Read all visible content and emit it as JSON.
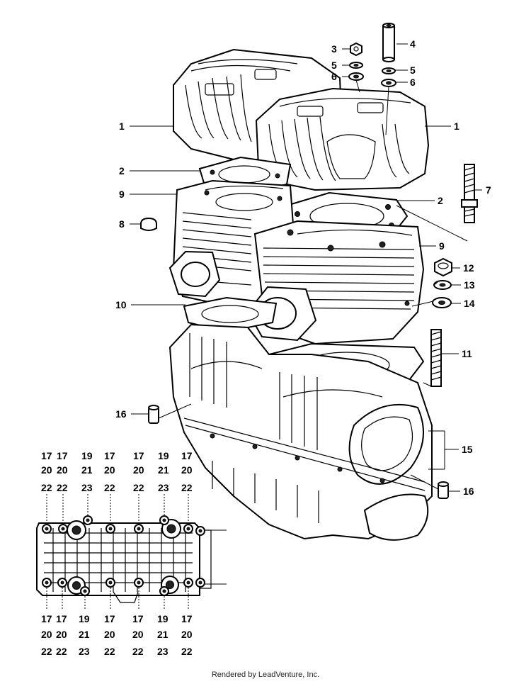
{
  "footer": "Rendered by LeadVenture, Inc.",
  "callouts": [
    {
      "id": "c3",
      "label": "3"
    },
    {
      "id": "c4",
      "label": "4"
    },
    {
      "id": "c5a",
      "label": "5"
    },
    {
      "id": "c5b",
      "label": "5"
    },
    {
      "id": "c6a",
      "label": "6"
    },
    {
      "id": "c6b",
      "label": "6"
    },
    {
      "id": "c1a",
      "label": "1"
    },
    {
      "id": "c1b",
      "label": "1"
    },
    {
      "id": "c2a",
      "label": "2"
    },
    {
      "id": "c2b",
      "label": "2"
    },
    {
      "id": "c7",
      "label": "7"
    },
    {
      "id": "c9a",
      "label": "9"
    },
    {
      "id": "c9b",
      "label": "9"
    },
    {
      "id": "c8",
      "label": "8"
    },
    {
      "id": "c12",
      "label": "12"
    },
    {
      "id": "c13",
      "label": "13"
    },
    {
      "id": "c14",
      "label": "14"
    },
    {
      "id": "c10",
      "label": "10"
    },
    {
      "id": "c11",
      "label": "11"
    },
    {
      "id": "c16a",
      "label": "16"
    },
    {
      "id": "c15",
      "label": "15"
    },
    {
      "id": "c16b",
      "label": "16"
    }
  ],
  "top_stacks": [
    [
      "17",
      "20",
      "22"
    ],
    [
      "17",
      "20",
      "22"
    ],
    [
      "19",
      "21",
      "23"
    ],
    [
      "17",
      "20",
      "22"
    ],
    [
      "17",
      "20",
      "22"
    ],
    [
      "19",
      "21",
      "23"
    ],
    [
      "17",
      "20",
      "22"
    ]
  ],
  "bottom_stacks": [
    [
      "17",
      "20",
      "22"
    ],
    [
      "17",
      "20",
      "22"
    ],
    [
      "19",
      "21",
      "23"
    ],
    [
      "17",
      "20",
      "22"
    ],
    [
      "17",
      "20",
      "22"
    ],
    [
      "19",
      "21",
      "23"
    ],
    [
      "17",
      "20",
      "22"
    ]
  ]
}
